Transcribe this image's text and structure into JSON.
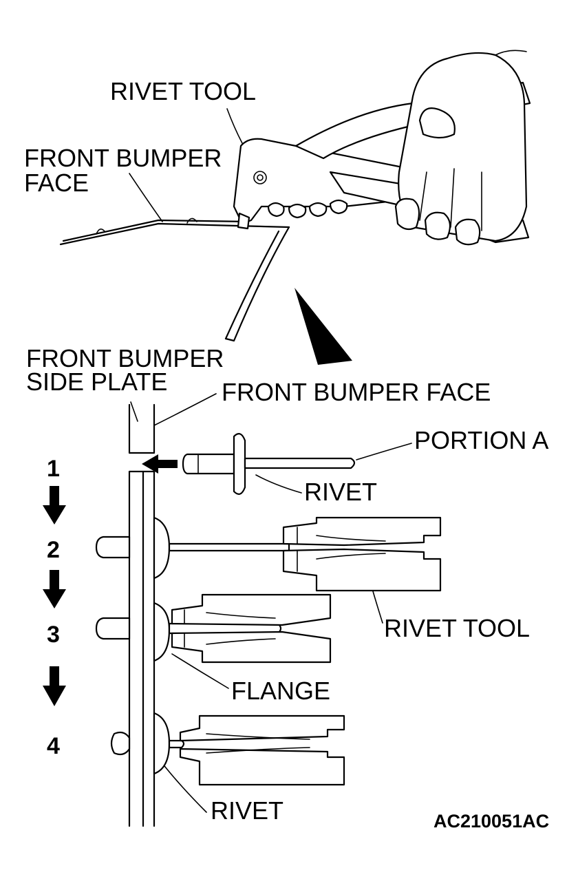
{
  "labels": {
    "rivet_tool_top": "RIVET TOOL",
    "front_bumper_face_top_line1": "FRONT BUMPER",
    "front_bumper_face_top_line2": "FACE",
    "side_plate_line1": "FRONT BUMPER",
    "side_plate_line2": "SIDE PLATE",
    "front_bumper_face": "FRONT BUMPER FACE",
    "portion_a": "PORTION A",
    "rivet_1": "RIVET",
    "rivet_tool": "RIVET TOOL",
    "flange": "FLANGE",
    "rivet_2": "RIVET",
    "figure_code": "AC210051AC"
  },
  "steps": [
    "1",
    "2",
    "3",
    "4"
  ]
}
